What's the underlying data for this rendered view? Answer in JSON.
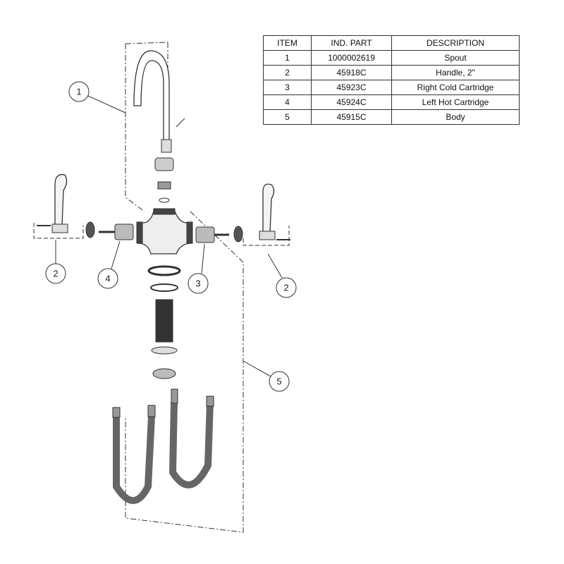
{
  "table": {
    "headers": [
      "ITEM",
      "IND. PART",
      "DESCRIPTION"
    ],
    "rows": [
      {
        "item": "1",
        "part": "1000002619",
        "description": "Spout"
      },
      {
        "item": "2",
        "part": "45918C",
        "description": "Handle, 2\""
      },
      {
        "item": "3",
        "part": "45923C",
        "description": "Right Cold Cartridge"
      },
      {
        "item": "4",
        "part": "45924C",
        "description": "Left Hot Cartridge"
      },
      {
        "item": "5",
        "part": "45915C",
        "description": "Body"
      }
    ]
  },
  "callouts": [
    "1",
    "2",
    "4",
    "3",
    "2",
    "5"
  ]
}
